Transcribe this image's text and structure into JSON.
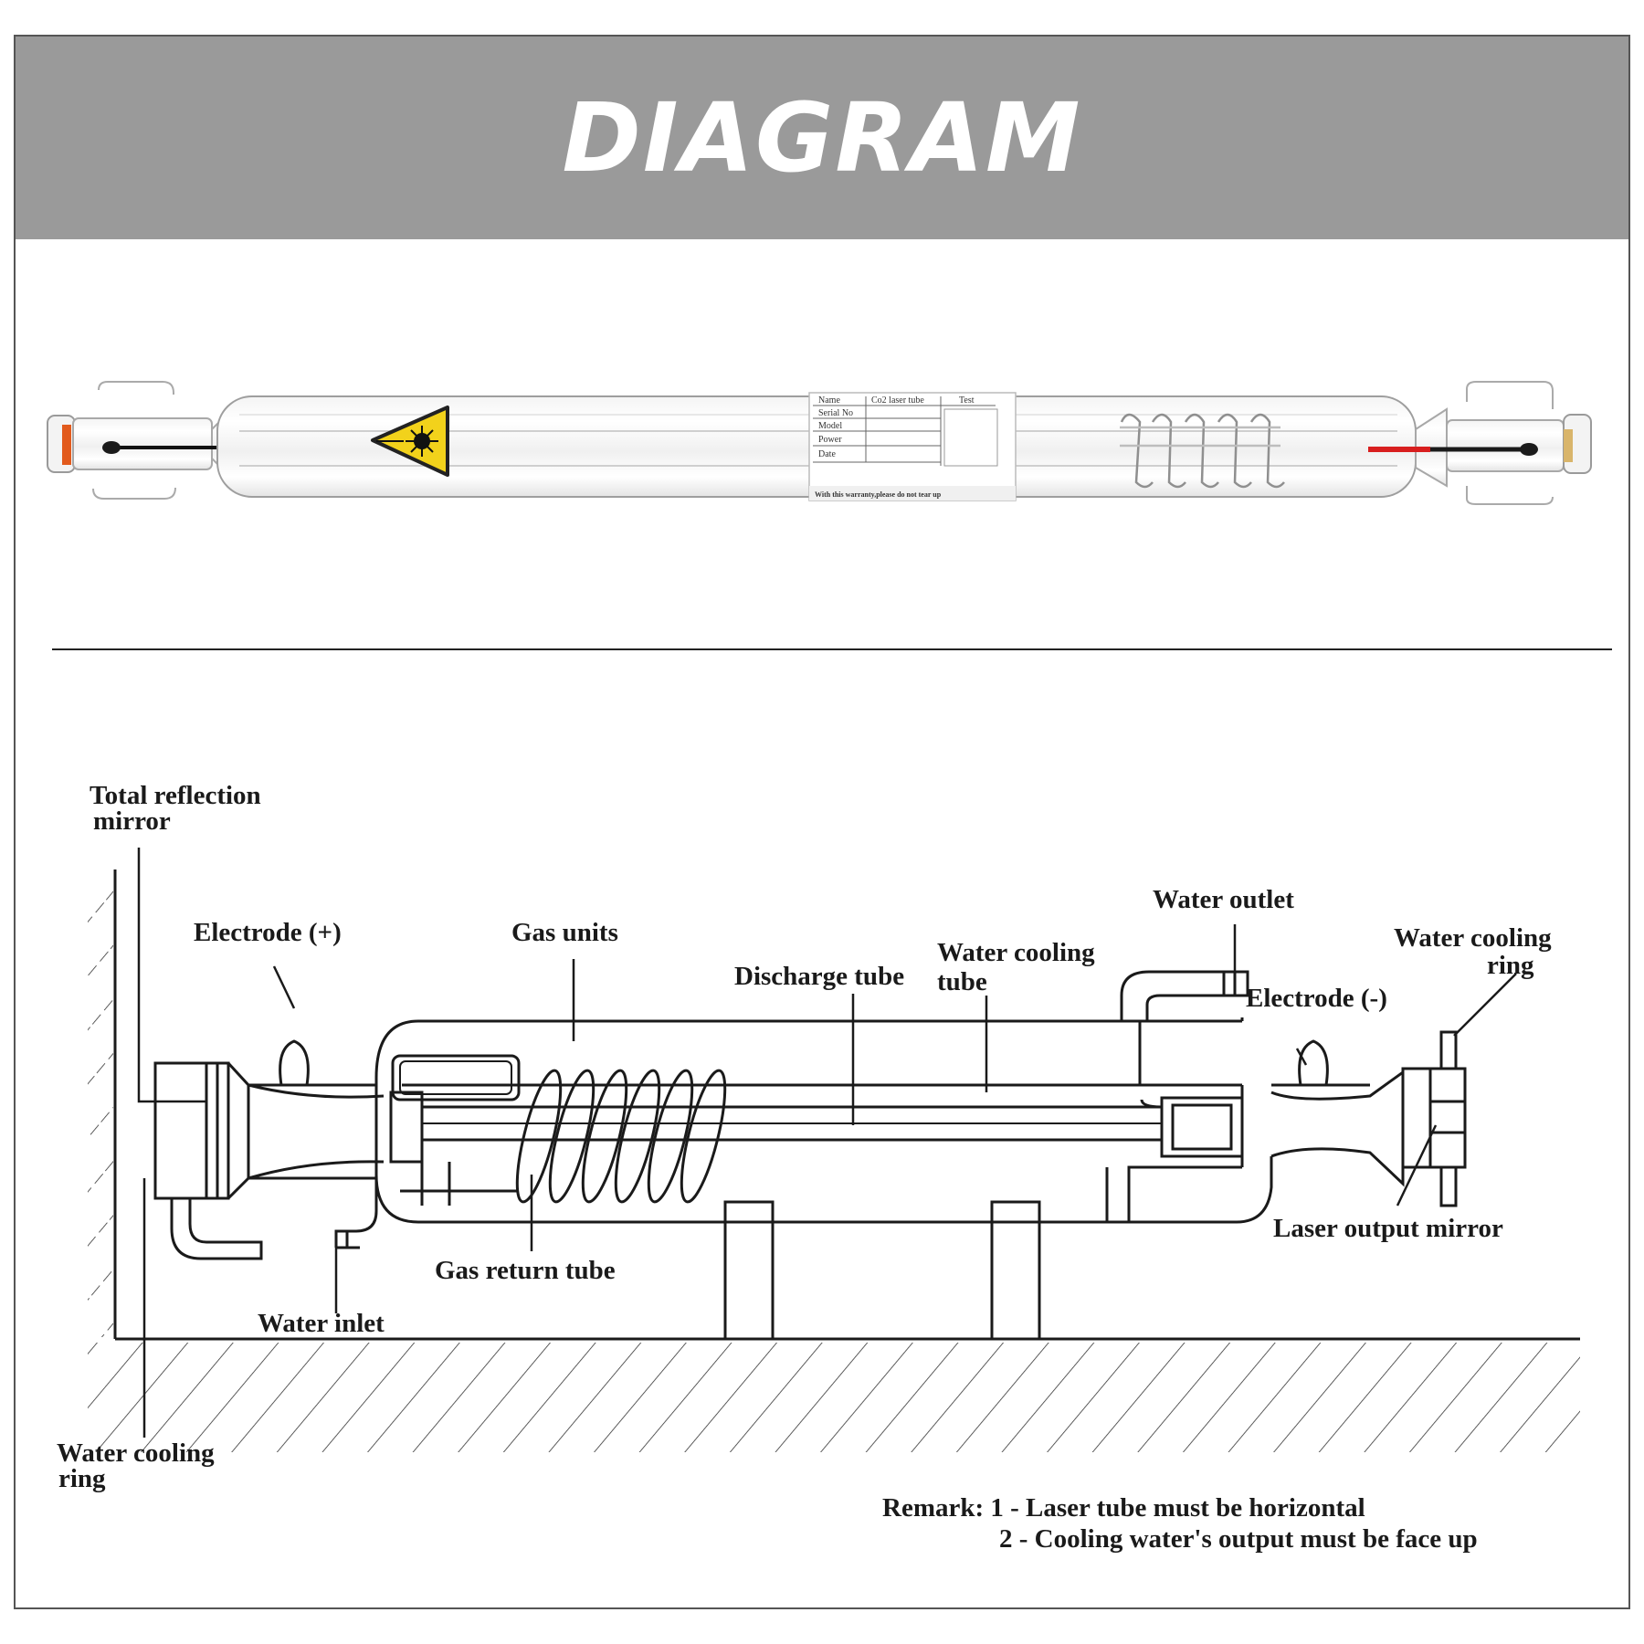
{
  "header": {
    "title": "DIAGRAM"
  },
  "tube_label": {
    "rows": [
      "Name",
      "Serial No",
      "Model",
      "Power",
      "Date"
    ],
    "name_value": "Co2 laser tube",
    "extra_header": "Test",
    "warranty_note": "With this warranty,please do not tear up"
  },
  "labels": {
    "total_reflection_mirror_1": "Total reflection",
    "total_reflection_mirror_2": "mirror",
    "electrode_plus": "Electrode (+)",
    "gas_units": "Gas units",
    "discharge_tube": "Discharge tube",
    "water_cooling_tube_1": "Water cooling",
    "water_cooling_tube_2": "tube",
    "water_outlet": "Water outlet",
    "water_cooling_ring_right_1": "Water cooling",
    "water_cooling_ring_right_2": "ring",
    "electrode_minus": "Electrode (-)",
    "laser_output_mirror": "Laser output mirror",
    "gas_return_tube": "Gas return tube",
    "water_inlet": "Water inlet",
    "water_cooling_ring_left_1": "Water cooling",
    "water_cooling_ring_left_2": "ring"
  },
  "remark": {
    "line1": "Remark: 1 - Laser tube must be horizontal",
    "line2": "2 - Cooling water's output must be face up"
  },
  "colors": {
    "header_bg": "#9a9a9a",
    "warning_yellow": "#f2d21b",
    "wire_red": "#d81e1e"
  }
}
